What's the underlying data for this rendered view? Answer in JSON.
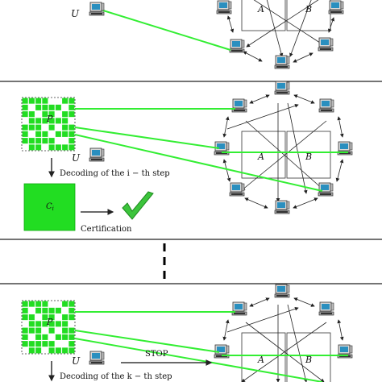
{
  "panels": {
    "top": {
      "user_label": "U",
      "box_left_label": "A",
      "box_right_label": "B"
    },
    "middle": {
      "matrix_label": "P",
      "user_label": "U",
      "decoding_text": "Decoding of the i − th step",
      "certificate_label": "C",
      "certificate_subscript": "i",
      "certification_text": "Certification",
      "box_left_label": "A",
      "box_right_label": "B"
    },
    "bottom": {
      "matrix_label": "P",
      "user_label": "U",
      "stop_text": "STOP",
      "decoding_text": "Decoding of the k − th step",
      "box_left_label": "A",
      "box_right_label": "B"
    }
  },
  "colors": {
    "green": "#22dd22",
    "beam": "#33ee33",
    "dark_green": "#11aa11",
    "check": "#3cc43c",
    "stop_red": "#dd1111",
    "line": "#222222",
    "monitor_screen": "#2a8fbf"
  },
  "icons": [
    "computer-terminal-icon",
    "checkmark-icon",
    "arrow-down-icon",
    "arrow-right-icon"
  ]
}
